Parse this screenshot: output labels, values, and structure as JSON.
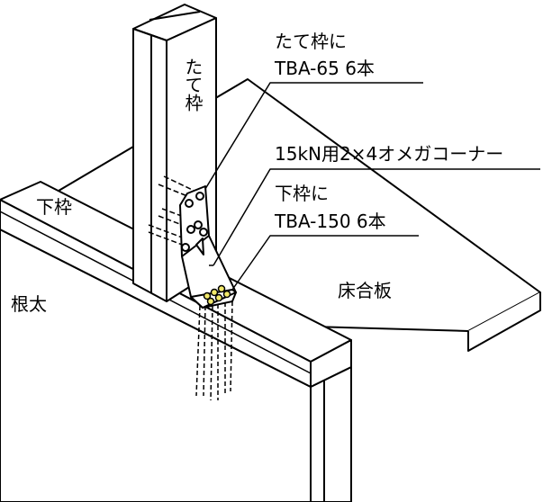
{
  "callouts": {
    "stud_screws_line1": "たて枠に",
    "stud_screws_line2": "TBA-65 6本",
    "bracket": "15kN用2×4オメガコーナー",
    "sill_screws_line1": "下枠に",
    "sill_screws_line2": "TBA-150 6本"
  },
  "parts": {
    "stud": "たて枠",
    "sill": "下枠",
    "joist": "根太",
    "plywood": "床合板"
  },
  "colors": {
    "screw_head": "#f2e96a",
    "line": "#000000"
  }
}
